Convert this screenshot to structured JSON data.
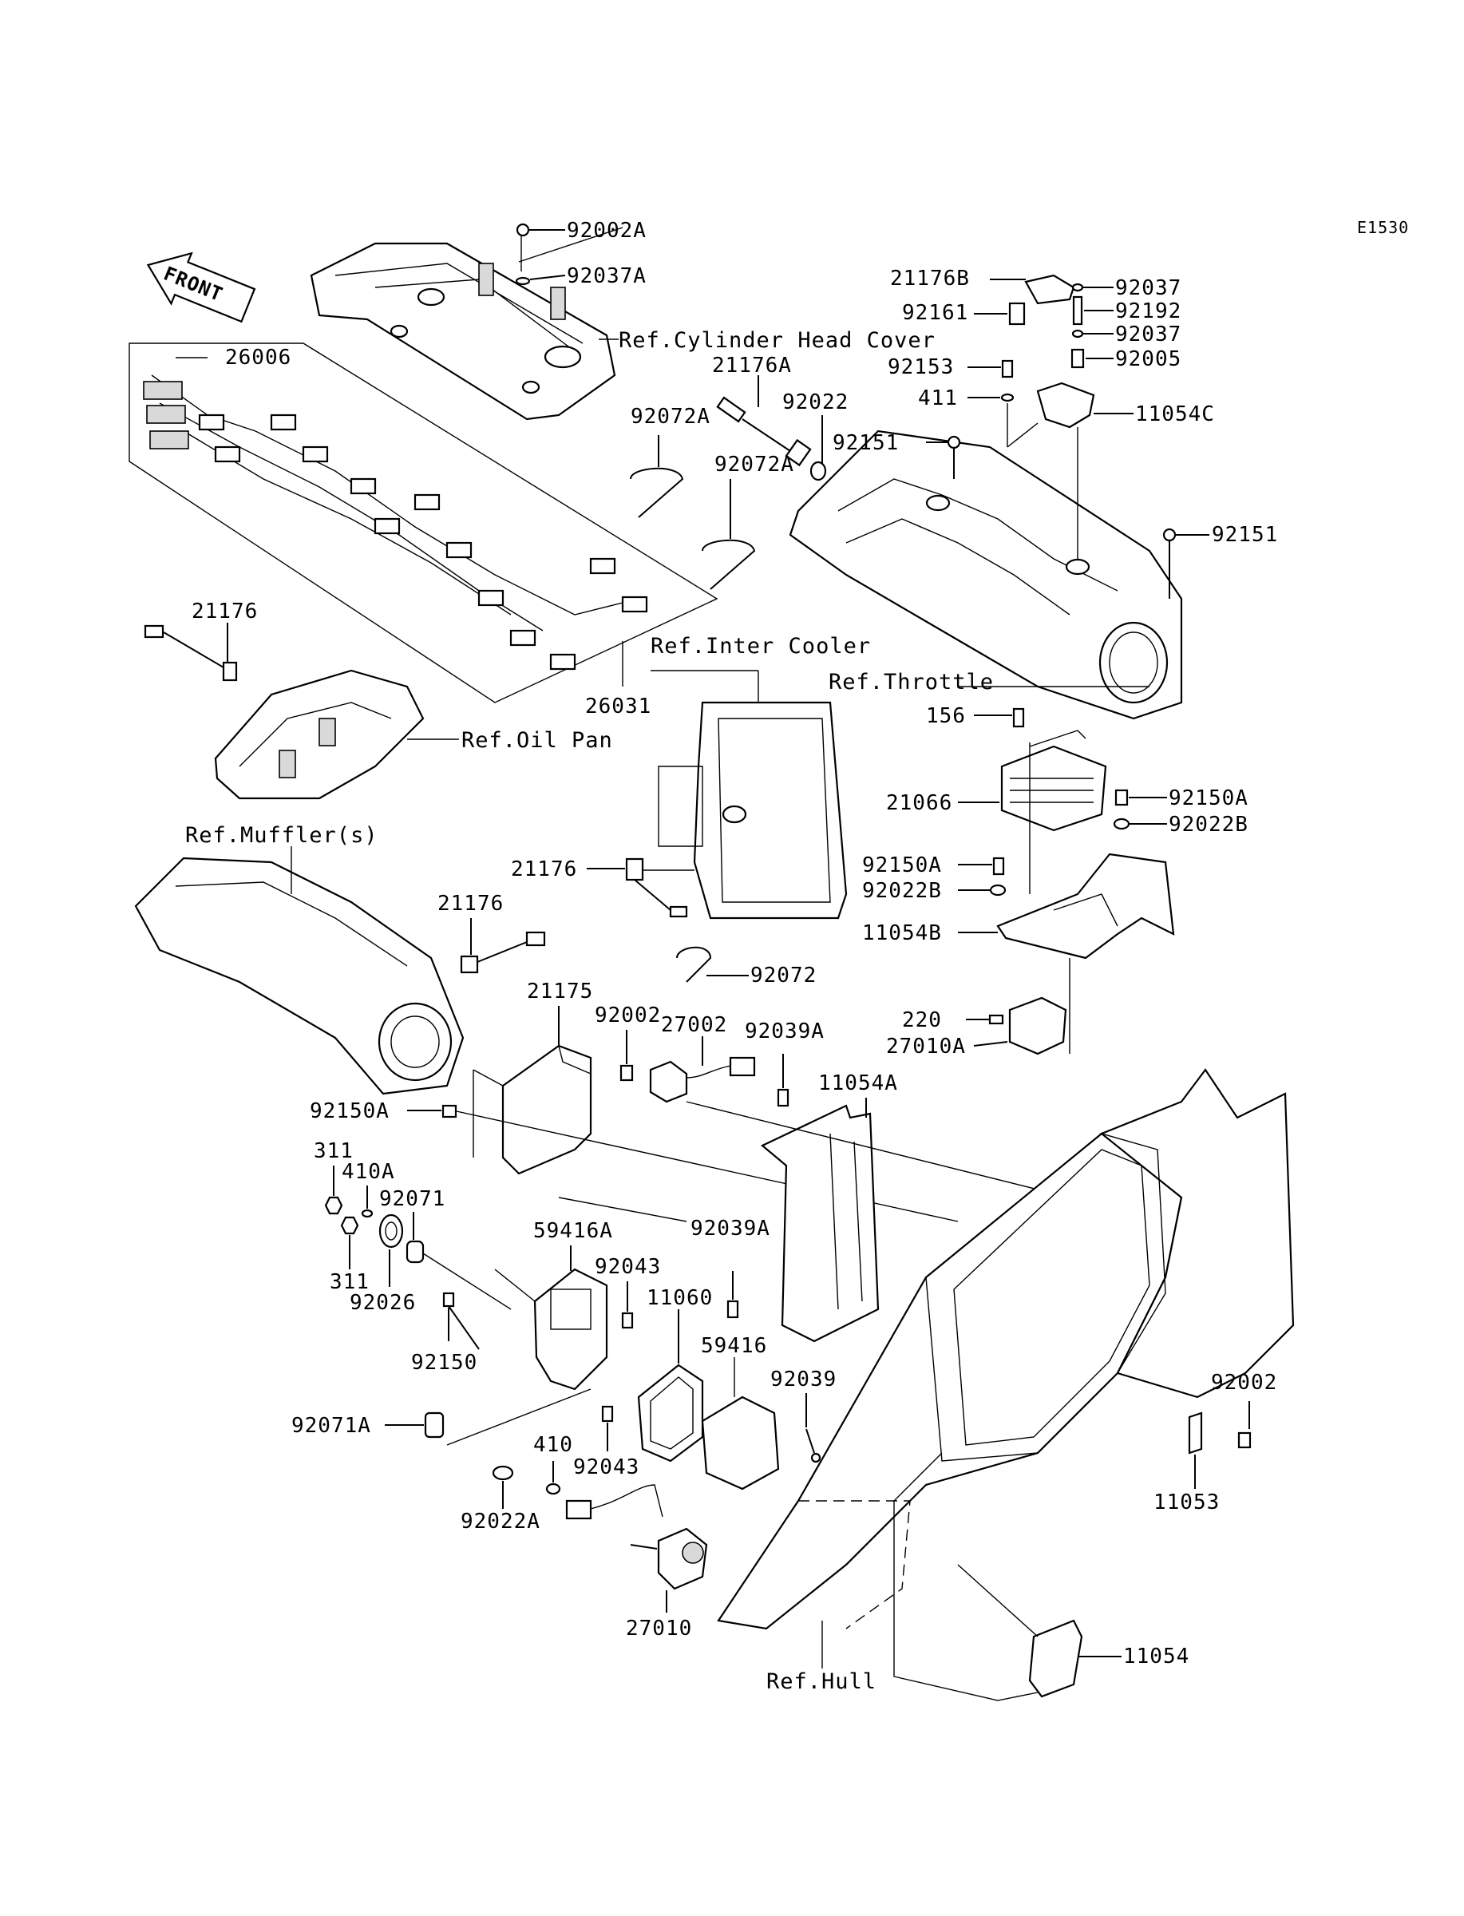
{
  "diagram_code": "E1530",
  "front_arrow": "FRONT",
  "references": {
    "cylinder_head_cover": "Ref.Cylinder Head Cover",
    "inter_cooler": "Ref.Inter Cooler",
    "throttle": "Ref.Throttle",
    "oil_pan": "Ref.Oil Pan",
    "mufflers": "Ref.Muffler(s)",
    "hull": "Ref.Hull"
  },
  "parts": {
    "p92002A": "92002A",
    "p92037A": "92037A",
    "p26006": "26006",
    "p21176B": "21176B",
    "p92037_top": "92037",
    "p92192": "92192",
    "p92161": "92161",
    "p92037_mid": "92037",
    "p92005": "92005",
    "p92153": "92153",
    "p411": "411",
    "p11054C": "11054C",
    "p21176A": "21176A",
    "p92022": "92022",
    "p92072A_1": "92072A",
    "p92072A_2": "92072A",
    "p92151_a": "92151",
    "p92151_b": "92151",
    "p21176_top": "21176",
    "p26031": "26031",
    "p156": "156",
    "p21066": "21066",
    "p92150A_right": "92150A",
    "p92022B_right": "92022B",
    "p92150A_mid": "92150A",
    "p92022B_mid": "92022B",
    "p11054B": "11054B",
    "p21176_left": "21176",
    "p21176_muffler": "21176",
    "p92072": "92072",
    "p21175": "21175",
    "p92002_mid": "92002",
    "p27002": "27002",
    "p92039A_top": "92039A",
    "p220": "220",
    "p27010A": "27010A",
    "p11054A": "11054A",
    "p92150A_left": "92150A",
    "p311_top": "311",
    "p410A": "410A",
    "p92071": "92071",
    "p311_bottom": "311",
    "p92026": "92026",
    "p59416A": "59416A",
    "p92043_top": "92043",
    "p92039A_mid": "92039A",
    "p11060": "11060",
    "p92150": "92150",
    "p59416": "59416",
    "p92039": "92039",
    "p92002_right": "92002",
    "p92071A": "92071A",
    "p410": "410",
    "p92043_bottom": "92043",
    "p11053": "11053",
    "p92022A": "92022A",
    "p27010": "27010",
    "p11054": "11054"
  }
}
